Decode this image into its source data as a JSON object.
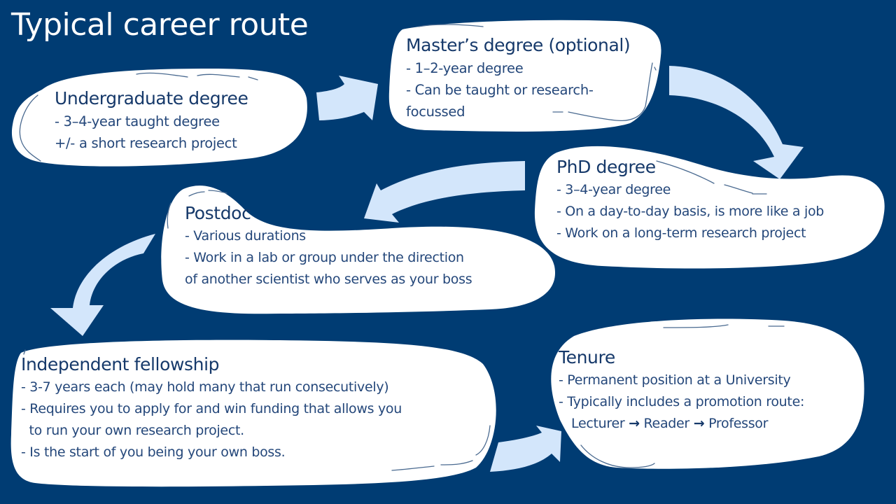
{
  "title": "Typical career route",
  "colors": {
    "background": "#003c73",
    "card_fill": "#ffffff",
    "arrow_fill": "#d3e6fb",
    "text": "#1d3f6e"
  },
  "stages": [
    {
      "id": "undergraduate",
      "heading": "Undergraduate degree",
      "lines": [
        "- 3–4-year taught degree",
        "+/- a short research project"
      ]
    },
    {
      "id": "masters",
      "heading": "Master’s degree (optional)",
      "lines": [
        "- 1–2-year degree",
        "- Can be taught or research-",
        "focussed"
      ]
    },
    {
      "id": "phd",
      "heading": "PhD degree",
      "lines": [
        "- 3–4-year degree",
        "- On a day-to-day basis, is more like a job",
        "- Work on a long-term research project"
      ]
    },
    {
      "id": "postdoc",
      "heading": "Postdoc",
      "lines": [
        "- Various durations",
        "- Work in a lab or group under the direction",
        "of another scientist who serves as your boss"
      ]
    },
    {
      "id": "fellowship",
      "heading": "Independent fellowship",
      "lines": [
        "- 3-7 years each (may hold many that run consecutively)",
        "- Requires you to apply for and win funding that allows you",
        "  to run your own research project.",
        "- Is the start of you being your own boss."
      ]
    },
    {
      "id": "tenure",
      "heading": "Tenure",
      "lines": [
        "- Permanent position at a University",
        "- Typically includes a promotion route:"
      ],
      "promotion_route": [
        "Lecturer",
        "Reader",
        "Professor"
      ],
      "route_separator": "→"
    }
  ],
  "connections": [
    {
      "from": "undergraduate",
      "to": "masters"
    },
    {
      "from": "masters",
      "to": "phd"
    },
    {
      "from": "phd",
      "to": "postdoc"
    },
    {
      "from": "postdoc",
      "to": "fellowship"
    },
    {
      "from": "fellowship",
      "to": "tenure"
    }
  ]
}
